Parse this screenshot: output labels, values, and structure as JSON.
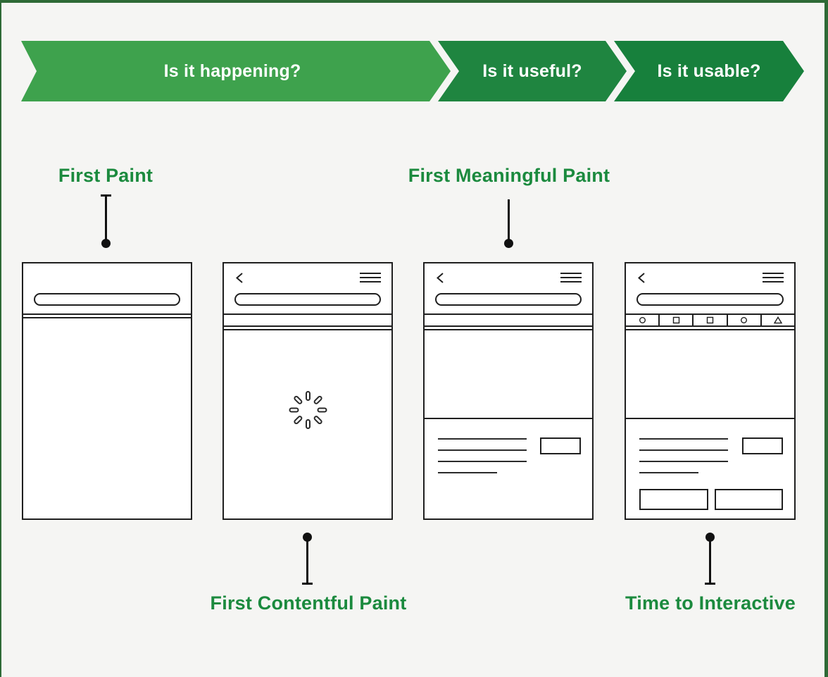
{
  "banner": {
    "steps": [
      {
        "label": "Is it happening?",
        "color": "#3EA24D"
      },
      {
        "label": "Is it useful?",
        "color": "#1F8540"
      },
      {
        "label": "Is it usable?",
        "color": "#17803C"
      }
    ],
    "text_color": "#FFFFFF"
  },
  "metrics": {
    "first_paint": "First Paint",
    "first_meaningful_paint": "First Meaningful Paint",
    "first_contentful_paint": "First Contentful Paint",
    "time_to_interactive": "Time to Interactive"
  },
  "phones": [
    {
      "name": "first-paint-frame",
      "header": [
        "url-bar"
      ],
      "body": [
        "blank-page"
      ]
    },
    {
      "name": "first-contentful-paint-frame",
      "header": [
        "back-icon",
        "menu-icon",
        "url-bar"
      ],
      "toolbar": [],
      "body": [
        "loading-spinner"
      ]
    },
    {
      "name": "first-meaningful-paint-frame",
      "header": [
        "back-icon",
        "menu-icon",
        "url-bar"
      ],
      "toolbar": [],
      "body": [
        "hero-block",
        "text-lines",
        "cta-box"
      ]
    },
    {
      "name": "time-to-interactive-frame",
      "header": [
        "back-icon",
        "menu-icon",
        "url-bar"
      ],
      "toolbar": [
        "circle-icon",
        "square-icon",
        "square-icon",
        "circle-icon",
        "triangle-icon"
      ],
      "body": [
        "hero-block",
        "text-lines",
        "cta-box",
        "button-box",
        "button-box"
      ]
    }
  ],
  "colors": {
    "background": "#F5F5F3",
    "frame_edge_green": "#2E6A36",
    "label_green": "#1B8A3E",
    "sketch_stroke": "#1F1F1F",
    "banner_text": "#FFFFFF"
  }
}
